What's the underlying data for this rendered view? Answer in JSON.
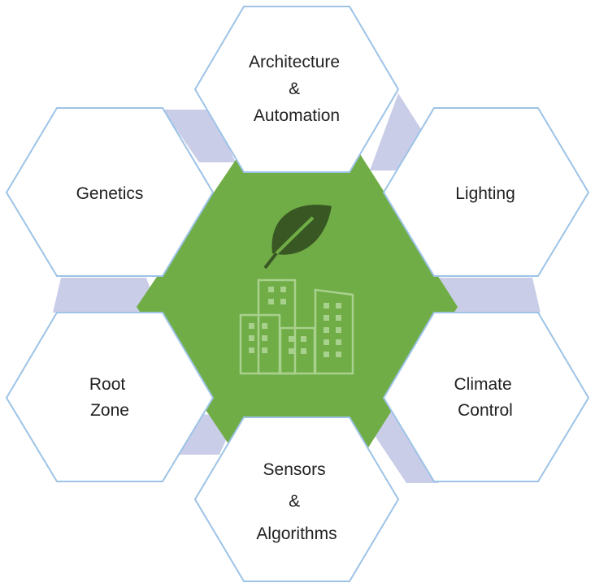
{
  "colors": {
    "center_hex": "#70ad47",
    "leaf": "#385723",
    "buildings": "#a9d18e",
    "outer_hex_border": "#9dc3e6",
    "connectors": "#c9cde8"
  },
  "center": {
    "icons": [
      "leaf-icon",
      "city-buildings-icon"
    ]
  },
  "nodes": {
    "top": {
      "lines": [
        "Architecture",
        "&",
        "Automation"
      ]
    },
    "upper_left": {
      "lines": [
        "Genetics"
      ]
    },
    "upper_right": {
      "lines": [
        "Lighting"
      ]
    },
    "lower_left": {
      "lines": [
        "Root",
        "Zone"
      ]
    },
    "lower_right": {
      "lines": [
        "Climate",
        "Control"
      ]
    },
    "bottom": {
      "lines": [
        "Sensors",
        "&",
        "Algorithms"
      ]
    }
  }
}
